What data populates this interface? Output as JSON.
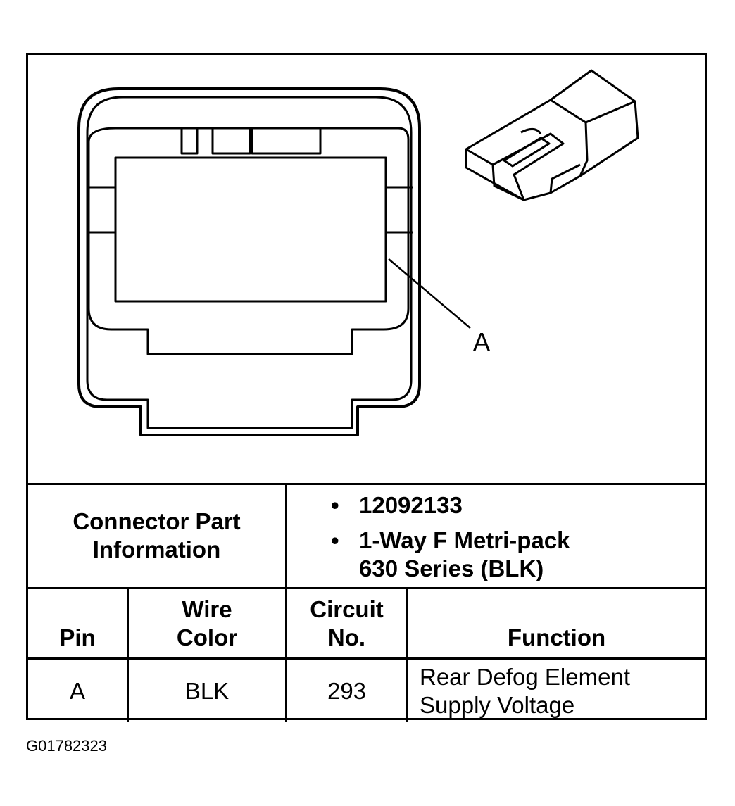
{
  "callout_label": "A",
  "connector_info": {
    "label": "Connector Part\nInformation",
    "items": [
      "12092133",
      "1-Way F Metri-pack\n630 Series (BLK)"
    ]
  },
  "table": {
    "headers": [
      "Pin",
      "Wire\nColor",
      "Circuit\nNo.",
      "Function"
    ],
    "rows": [
      {
        "pin": "A",
        "wire_color": "BLK",
        "circuit_no": "293",
        "function": "Rear Defog Element\nSupply Voltage"
      }
    ]
  },
  "figure_id": "G01782323"
}
